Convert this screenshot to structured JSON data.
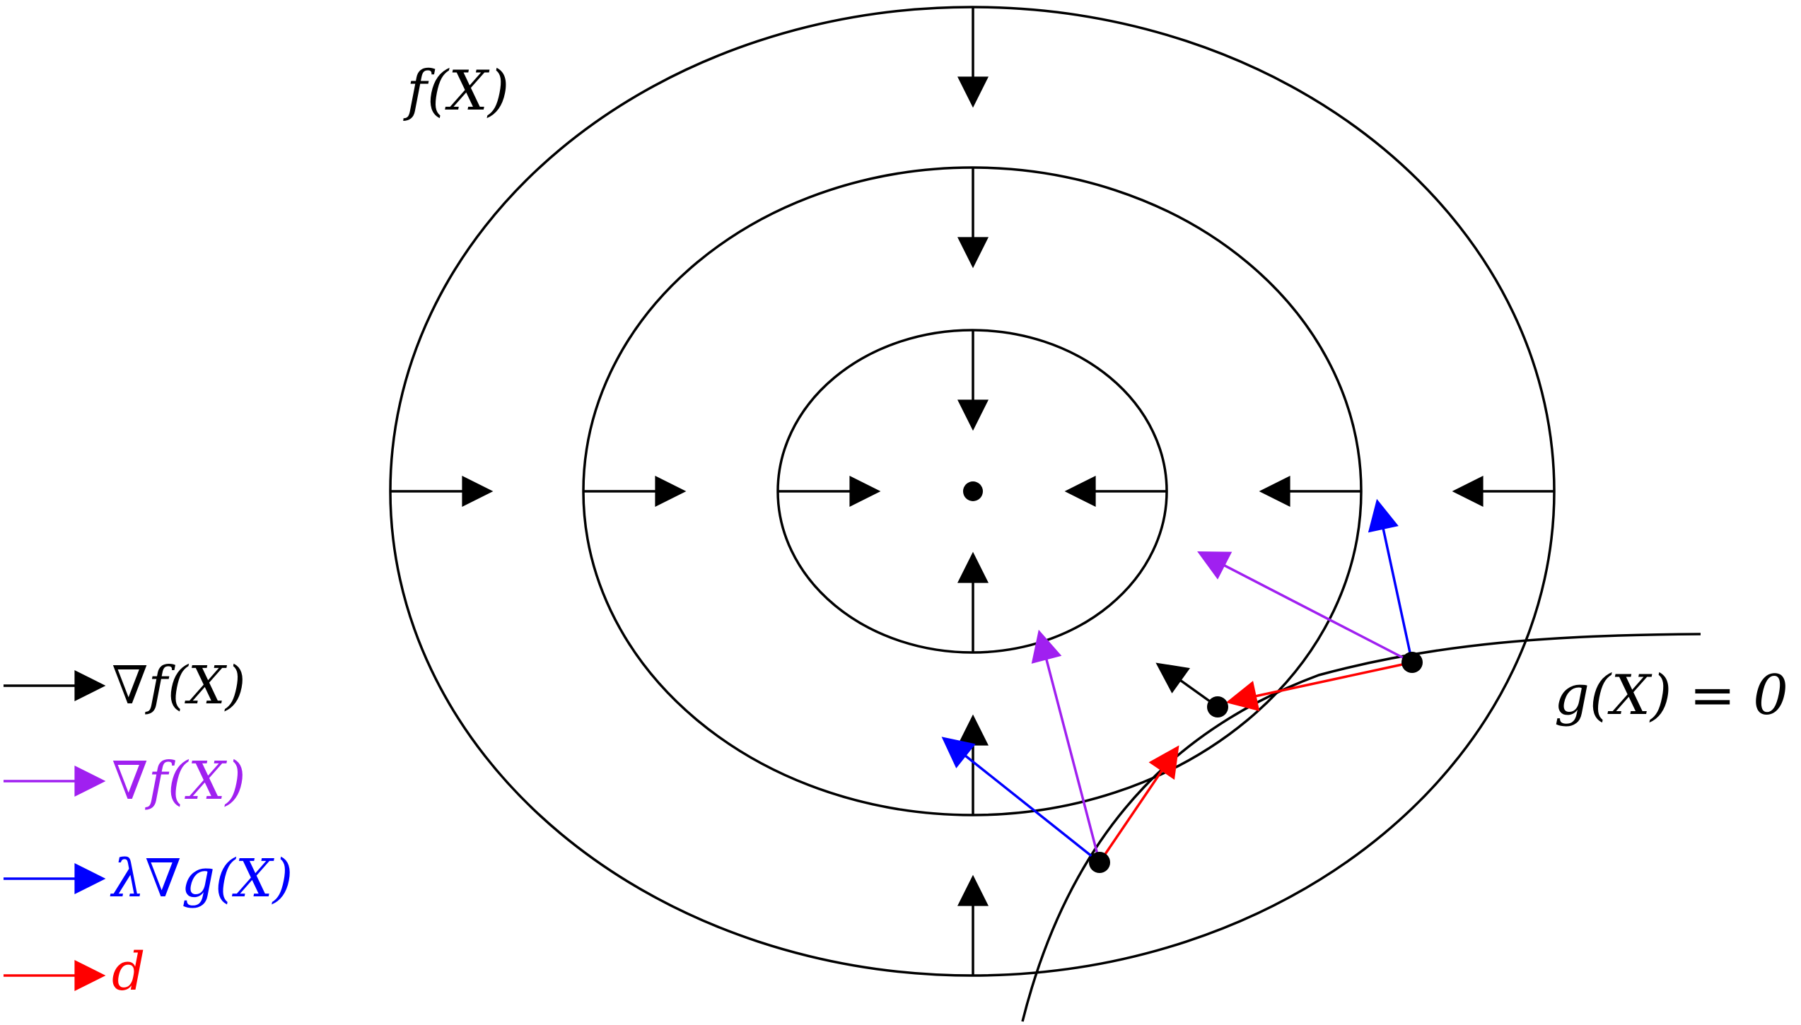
{
  "labels": {
    "objective": "f(X)",
    "constraint": "g(X) = 0"
  },
  "legend": [
    {
      "text": "∇f(X)",
      "color": "#000000"
    },
    {
      "text": "∇f(X)",
      "color": "#a020f0"
    },
    {
      "text": "λ∇g(X)",
      "color": "#0000ff"
    },
    {
      "text": "d",
      "color": "#ff0000"
    }
  ],
  "colors": {
    "contour": "#000000",
    "gradient_f": "#000000",
    "projected_gradient_f": "#a020f0",
    "lambda_gradient_g": "#0000ff",
    "direction_d": "#ff0000"
  }
}
